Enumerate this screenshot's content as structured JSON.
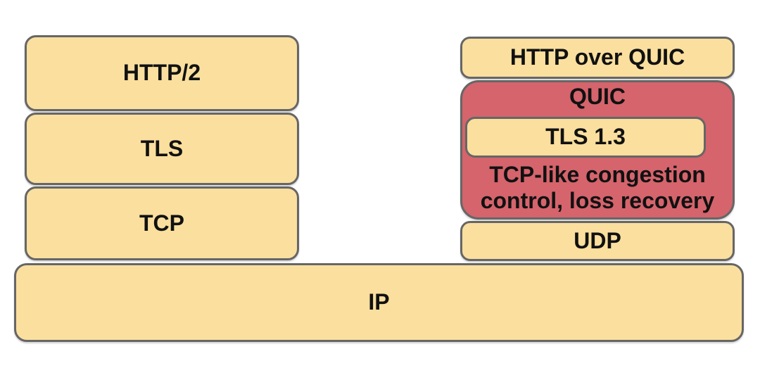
{
  "diagram": {
    "left_stack": [
      {
        "label": "HTTP/2"
      },
      {
        "label": "TLS"
      },
      {
        "label": "TCP"
      }
    ],
    "right_stack": {
      "http_over_quic_label": "HTTP over QUIC",
      "quic_label": "QUIC",
      "tls13_label": "TLS 1.3",
      "congestion_lines": [
        "TCP-like congestion",
        "control, loss recovery"
      ],
      "udp_label": "UDP"
    },
    "ip_label": "IP",
    "colors": {
      "layer_fill": "#fbdf9e",
      "quic_fill": "#d5646c",
      "border": "#666666",
      "text": "#111111"
    }
  }
}
